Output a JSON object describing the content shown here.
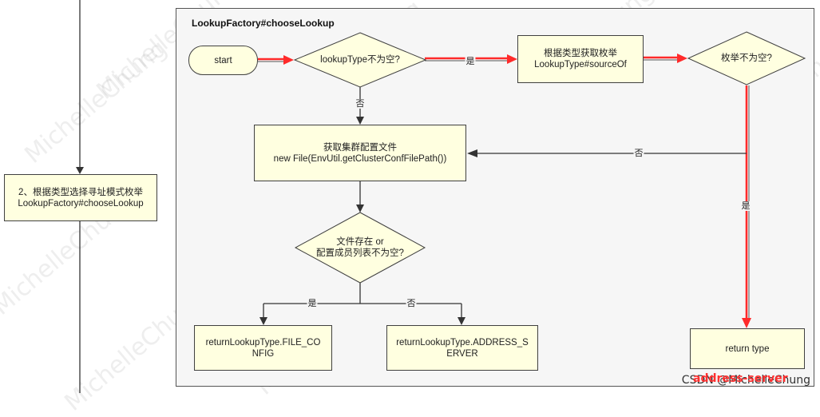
{
  "left_panel": {
    "step_label": "2、根据类型选择寻址模式枚举\nLookupFactory#chooseLookup"
  },
  "frame": {
    "title": "LookupFactory#chooseLookup"
  },
  "nodes": {
    "start": "start",
    "decision_lookup_type": "lookupType不为空?",
    "get_enum": "根据类型获取枚举\nLookupType#sourceOf",
    "decision_enum": "枚举不为空?",
    "get_cluster_config": "获取集群配置文件\nnew File(EnvUtil.getClusterConfFilePath())",
    "decision_file": "文件存在 or\n配置成员列表不为空?",
    "return_file_config": "returnLookupType.FILE_CO\nNFIG",
    "return_address_server": "returnLookupType.ADDRESS_S\nERVER",
    "return_type": "return type"
  },
  "edges": {
    "yes_1": "是",
    "no_1": "否",
    "no_2": "否",
    "yes_2": "是",
    "yes_3": "是",
    "no_3": "否"
  },
  "watermark": {
    "text": "MichelleChung",
    "credit": "CSDN @MichelleChung",
    "credit_overlay": "address-server"
  },
  "colors": {
    "box_fill": "#ffffe0",
    "frame_fill": "#f6f6f6",
    "highlight_edge": "#ff2a2a"
  }
}
